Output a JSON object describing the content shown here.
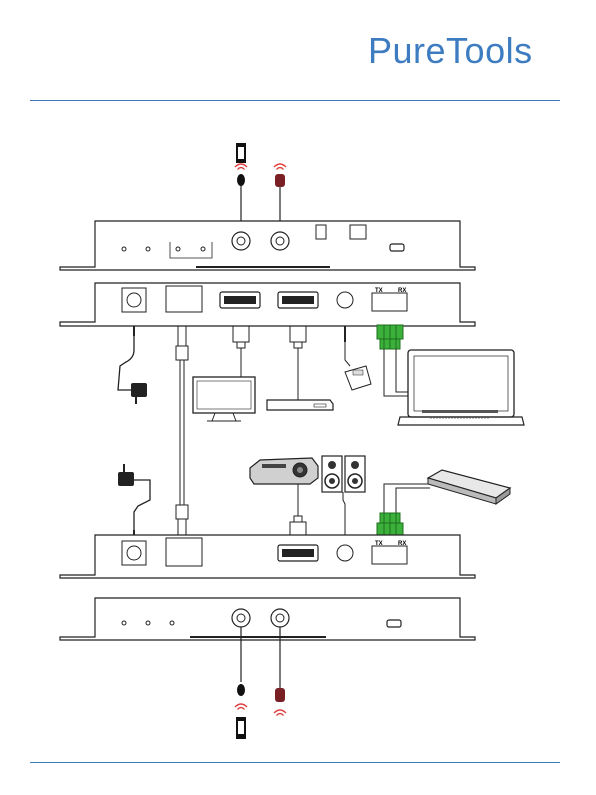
{
  "header": {
    "logo": "PureTools",
    "accent": "#3d7cc0"
  },
  "labels": {
    "tx": "TX",
    "rx": "RX"
  }
}
